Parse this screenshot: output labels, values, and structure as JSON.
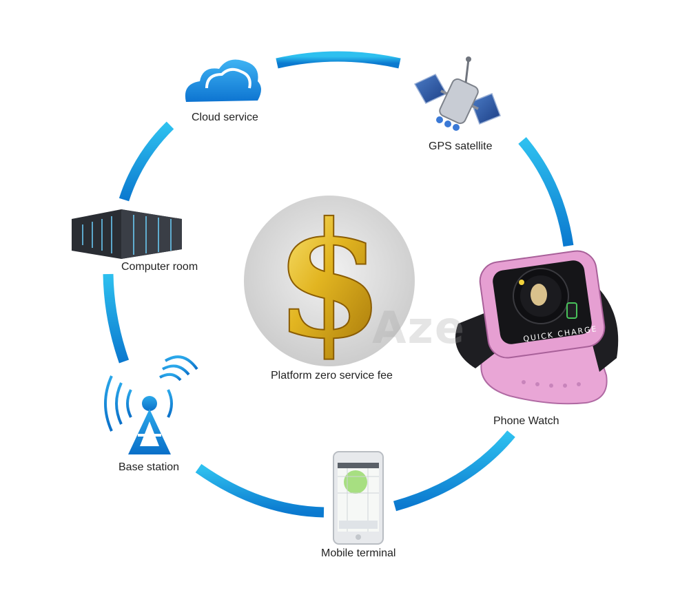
{
  "center": {
    "label": "Platform zero service fee",
    "symbol": "$"
  },
  "nodes": {
    "cloud": {
      "label": "Cloud service",
      "icon": "cloud-icon"
    },
    "gps": {
      "label": "GPS satellite",
      "icon": "satellite-icon"
    },
    "computer_room": {
      "label": "Computer room",
      "icon": "server-rack-icon"
    },
    "phone_watch": {
      "label": "Phone Watch",
      "icon": "smartwatch-icon",
      "watch_text": "QUICK CHARGE"
    },
    "base_station": {
      "label": "Base station",
      "icon": "signal-tower-icon"
    },
    "mobile": {
      "label": "Mobile terminal",
      "icon": "smartphone-icon"
    }
  },
  "watermark": "Aze",
  "colors": {
    "ring_light": "#2ec0ef",
    "ring_dark": "#0b79cf",
    "dollar": "#d4a516",
    "watch_pink": "#e9a6d6"
  }
}
